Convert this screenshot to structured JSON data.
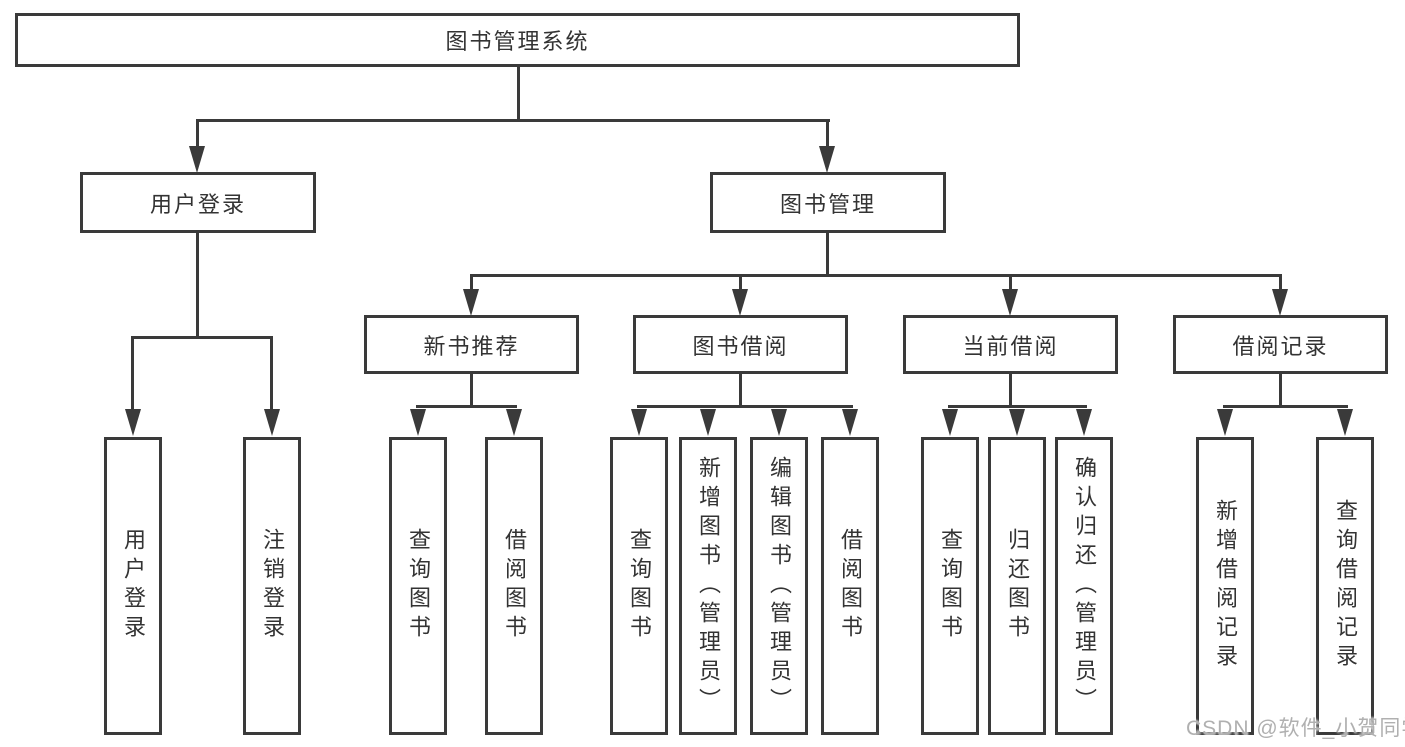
{
  "diagram": {
    "title": "图书管理系统",
    "level2": [
      {
        "label": "用户登录",
        "children": [
          {
            "label": "用户登录"
          },
          {
            "label": "注销登录"
          }
        ]
      },
      {
        "label": "图书管理",
        "children": [
          {
            "label": "新书推荐",
            "children": [
              {
                "label": "查询图书"
              },
              {
                "label": "借阅图书"
              }
            ]
          },
          {
            "label": "图书借阅",
            "children": [
              {
                "label": "查询图书"
              },
              {
                "label": "新增图书（管理员）"
              },
              {
                "label": "编辑图书（管理员）"
              },
              {
                "label": "借阅图书"
              }
            ]
          },
          {
            "label": "当前借阅",
            "children": [
              {
                "label": "查询图书"
              },
              {
                "label": "归还图书"
              },
              {
                "label": "确认归还（管理员）"
              }
            ]
          },
          {
            "label": "借阅记录",
            "children": [
              {
                "label": "新增借阅记录"
              },
              {
                "label": "查询借阅记录"
              }
            ]
          }
        ]
      }
    ]
  },
  "watermark": {
    "text": "CSDN @软件_小贺同学"
  },
  "colors": {
    "line": "#3a3a3a",
    "text": "#333333",
    "watermark_gray": "#b0b0b0",
    "background": "#ffffff"
  }
}
